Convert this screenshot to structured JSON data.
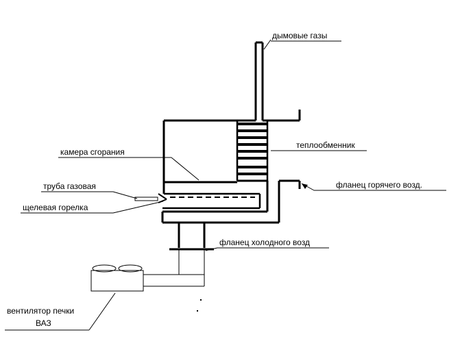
{
  "labels": {
    "flue_gas": "дымовые газы",
    "heat_exchanger": "теплообменник",
    "combustion_chamber": "камера сгорания",
    "gas_pipe": "труба газовая",
    "hot_air_flange": "фланец  горячего возд.",
    "slot_burner": "щелевая горелка",
    "cold_air_flange": "фланец холодного возд",
    "fan_line1": "вентилятор печки",
    "fan_line2": "ВАЗ"
  },
  "colors": {
    "stroke": "#000000",
    "background": "#ffffff"
  }
}
